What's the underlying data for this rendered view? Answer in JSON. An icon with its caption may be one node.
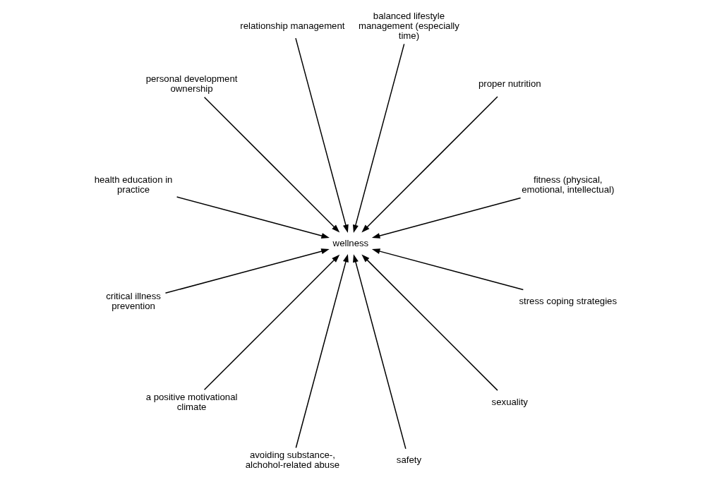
{
  "diagram": {
    "nodes": [
      {
        "text": [
          "fitness (physical, emotional, intellectual)"
        ]
      },
      {
        "text": [
          "proper nutrition"
        ]
      },
      {
        "text": [
          "balanced lifestyle management (especially time)"
        ]
      },
      {
        "text": [
          "relationship management"
        ]
      },
      {
        "text": [
          "personal development ownership"
        ]
      },
      {
        "text": [
          "health education in practice"
        ]
      },
      {
        "text": [
          "wellness"
        ]
      },
      {
        "text": [
          "critical illness prevention"
        ]
      },
      {
        "text": [
          "a positive motivational climate"
        ]
      },
      {
        "text": [
          "avoiding substance-, alchohol-related abuse"
        ]
      },
      {
        "text": [
          "safety"
        ]
      },
      {
        "text": [
          "sexuality"
        ]
      },
      {
        "text": [
          "stress coping strategies"
        ]
      }
    ],
    "edges": [
      {
        "from": 0,
        "to": 6,
        "arrow": "to"
      },
      {
        "from": 2,
        "to": 6,
        "arrow": "to"
      },
      {
        "from": 4,
        "to": 6,
        "arrow": "to"
      },
      {
        "from": 7,
        "to": 6,
        "arrow": "to"
      },
      {
        "from": 9,
        "to": 6,
        "arrow": "to"
      },
      {
        "from": 11,
        "to": 6,
        "arrow": "to"
      },
      {
        "from": 12,
        "to": 6,
        "arrow": "to"
      },
      {
        "from": 10,
        "to": 6,
        "arrow": "to"
      },
      {
        "from": 8,
        "to": 6,
        "arrow": "to"
      },
      {
        "from": 5,
        "to": 6,
        "arrow": "to"
      },
      {
        "from": 3,
        "to": 6,
        "arrow": "to"
      },
      {
        "from": 1,
        "to": 6,
        "arrow": "to"
      }
    ]
  }
}
